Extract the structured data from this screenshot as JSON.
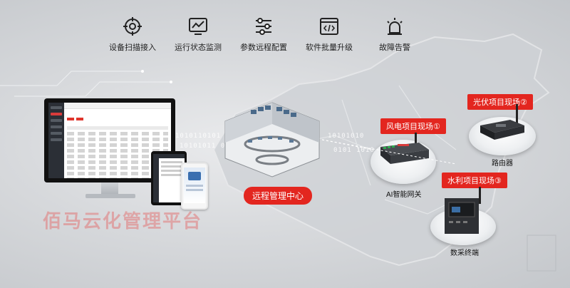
{
  "features": [
    {
      "icon": "scan-target-icon",
      "label": "设备扫描接入"
    },
    {
      "icon": "line-chart-monitor-icon",
      "label": "运行状态监测"
    },
    {
      "icon": "sliders-icon",
      "label": "参数远程配置"
    },
    {
      "icon": "code-window-icon",
      "label": "软件批量升级"
    },
    {
      "icon": "alarm-light-icon",
      "label": "故障告警"
    }
  ],
  "platform": {
    "title": "佰马云化管理平台"
  },
  "center": {
    "label": "远程管理中心"
  },
  "sites": [
    {
      "badge": "风电项目现场①",
      "device": "AI智能网关"
    },
    {
      "badge": "光伏项目现场②",
      "device": "路由器"
    },
    {
      "badge": "水利项目现场③",
      "device": "数采终端"
    }
  ],
  "binary": [
    "1010110101",
    "10101011 01",
    "10101010",
    "0101 1010"
  ],
  "colors": {
    "accent": "#e3261f",
    "background": "#d7d9dc",
    "dark": "#222222"
  }
}
